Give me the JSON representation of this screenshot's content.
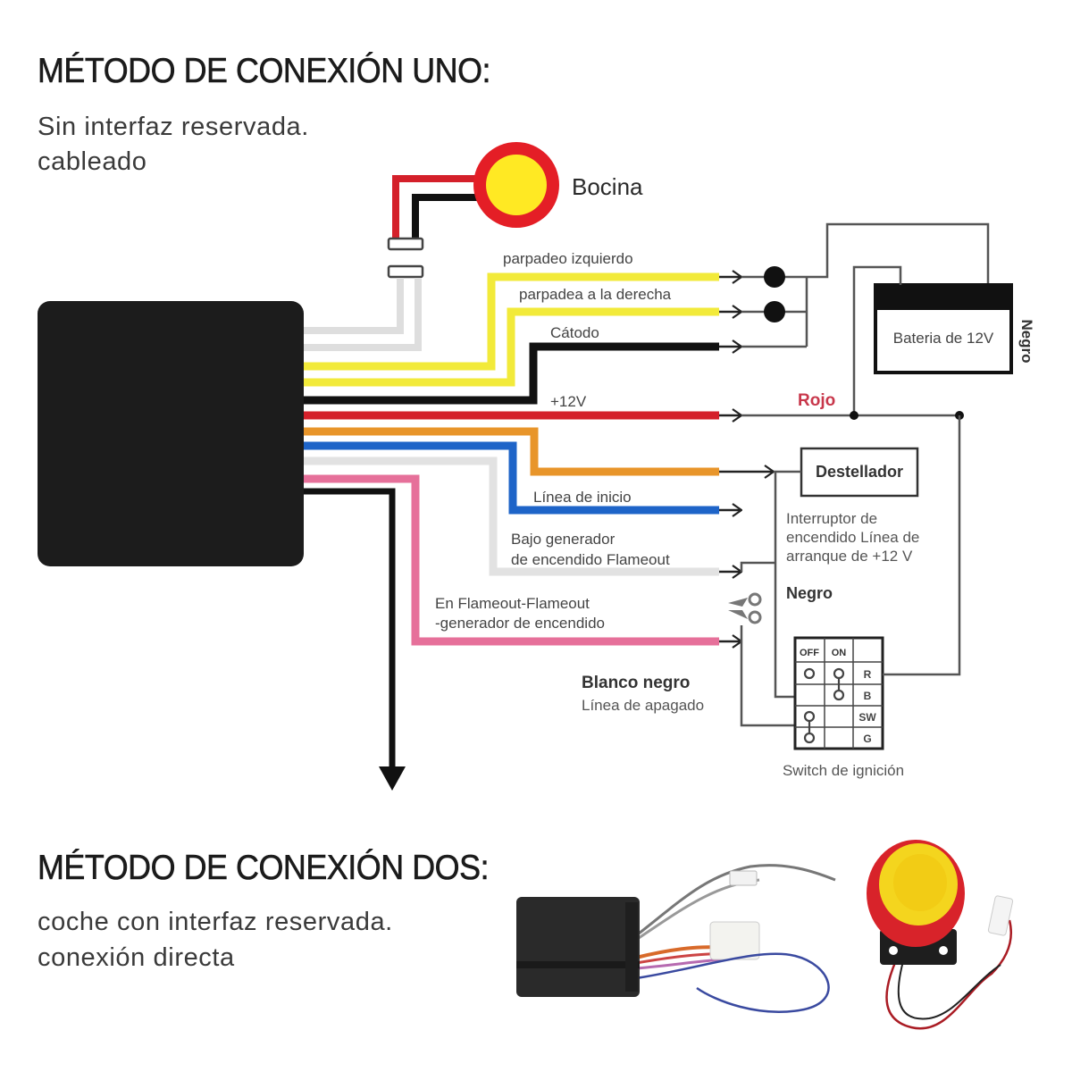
{
  "method_one": {
    "title": "MÉTODO DE CONEXIÓN UNO:",
    "subtitle_line1": "Sin interfaz reservada.",
    "subtitle_line2": "cableado"
  },
  "method_two": {
    "title": "MÉTODO DE CONEXIÓN DOS:",
    "subtitle_line1": "coche con interfaz reservada.",
    "subtitle_line2": "conexión directa"
  },
  "components": {
    "horn_label": "Bocina",
    "battery_label": "Bateria de 12V",
    "battery_side_label": "Negro",
    "red_label": "Rojo",
    "flasher_label": "Destellador",
    "ignition_note": [
      "Interruptor de",
      "encendido Línea de",
      "arranque de +12 V"
    ],
    "ignition_note_color": "Negro",
    "shutdown_title": "Blanco negro",
    "shutdown_sub": "Línea de apagado",
    "switch_caption": "Switch de ignición"
  },
  "wires": [
    {
      "label": "parpadeo izquierdo",
      "color": "#f2ea3a"
    },
    {
      "label": "parpadea a la derecha",
      "color": "#f2ea3a"
    },
    {
      "label": "Cátodo",
      "color": "#111111"
    },
    {
      "label": "+12V",
      "color": "#d4202a"
    },
    {
      "label": "",
      "color": "#e8952a"
    },
    {
      "label": "Línea de inicio",
      "color": "#1e64c8"
    },
    {
      "label": "Bajo generador",
      "label2": "de encendido Flameout",
      "color": "#e2e2e2"
    },
    {
      "label": "En Flameout-Flameout",
      "label2": "-generador de encendido",
      "color": "#e6709a"
    }
  ],
  "switch_table": {
    "headers": [
      "OFF",
      "ON",
      ""
    ],
    "rows": [
      "R",
      "B",
      "SW",
      "G"
    ]
  },
  "colors": {
    "module": "#1c1c1c",
    "horn_ring": "#e41e26",
    "horn_center": "#ffe923",
    "line_gray": "#555555",
    "rojo_text": "#c8374b"
  }
}
